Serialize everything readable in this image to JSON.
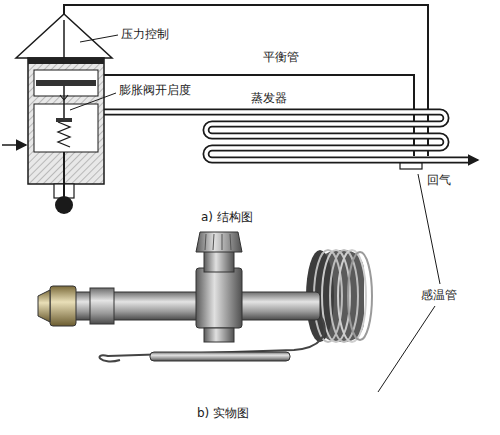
{
  "diagram": {
    "labels": [
      "压力控制",
      "平衡管",
      "膨胀阀开启度",
      "蒸发器",
      "回气",
      "a) 结构图",
      "感温管",
      "b) 实物图"
    ]
  }
}
